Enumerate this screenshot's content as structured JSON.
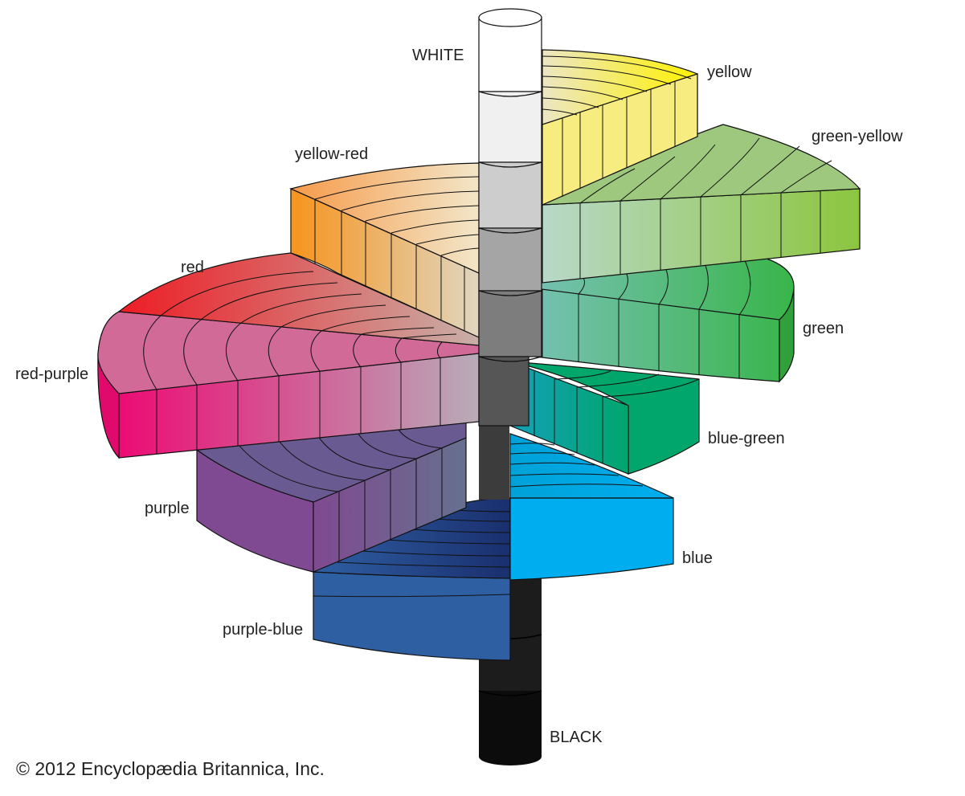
{
  "labels": {
    "white": "WHITE",
    "black": "BLACK",
    "yellow": "yellow",
    "green_yellow": "green-yellow",
    "green": "green",
    "blue_green": "blue-green",
    "blue": "blue",
    "purple_blue": "purple-blue",
    "purple": "purple",
    "red_purple": "red-purple",
    "red": "red",
    "yellow_red": "yellow-red"
  },
  "credit": "© 2012 Encyclopædia Britannica, Inc.",
  "colors": {
    "yellow": "#fff200",
    "green_yellow": "#8cc63f",
    "green": "#39b54a",
    "blue_green": "#00a66c",
    "blue": "#00aeef",
    "purple_blue": "#2e5fa3",
    "purple": "#7f4a91",
    "red_purple": "#ec0c74",
    "red": "#ed1c24",
    "yellow_red": "#f7941d"
  }
}
